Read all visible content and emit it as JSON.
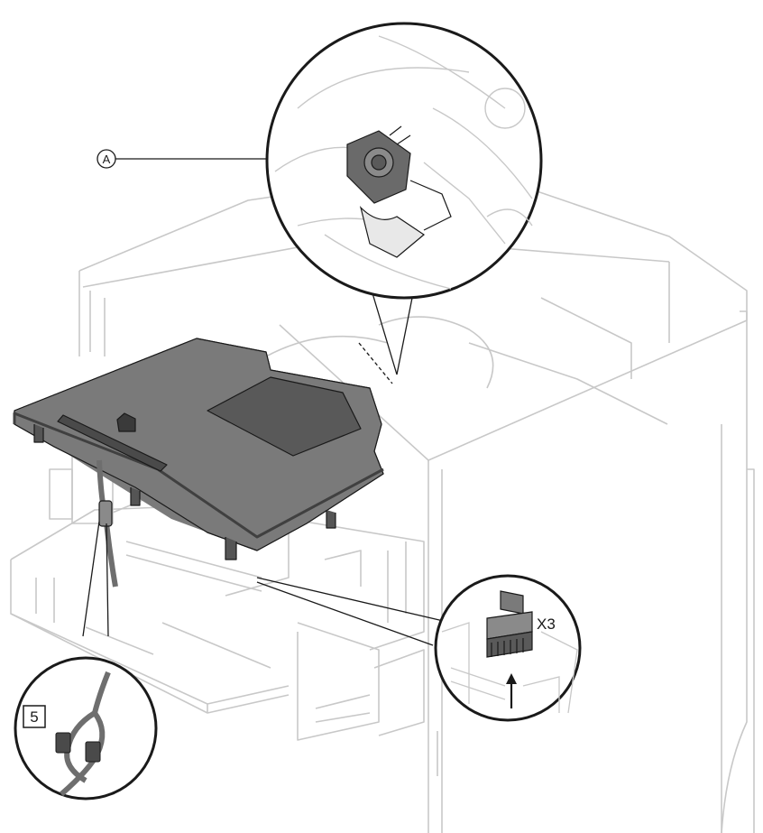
{
  "callouts": {
    "a_label": "A",
    "x3_label": "X3",
    "box_5_label": "5"
  },
  "icons": {
    "upward_arrow": "arrow-up-icon"
  },
  "colors": {
    "line": "#1a1a1a",
    "housing_line": "#c8c8c8",
    "cover_fill": "#646464",
    "cover_top": "#7a7a7a",
    "cable": "#6e6e6e",
    "background": "#ffffff"
  }
}
